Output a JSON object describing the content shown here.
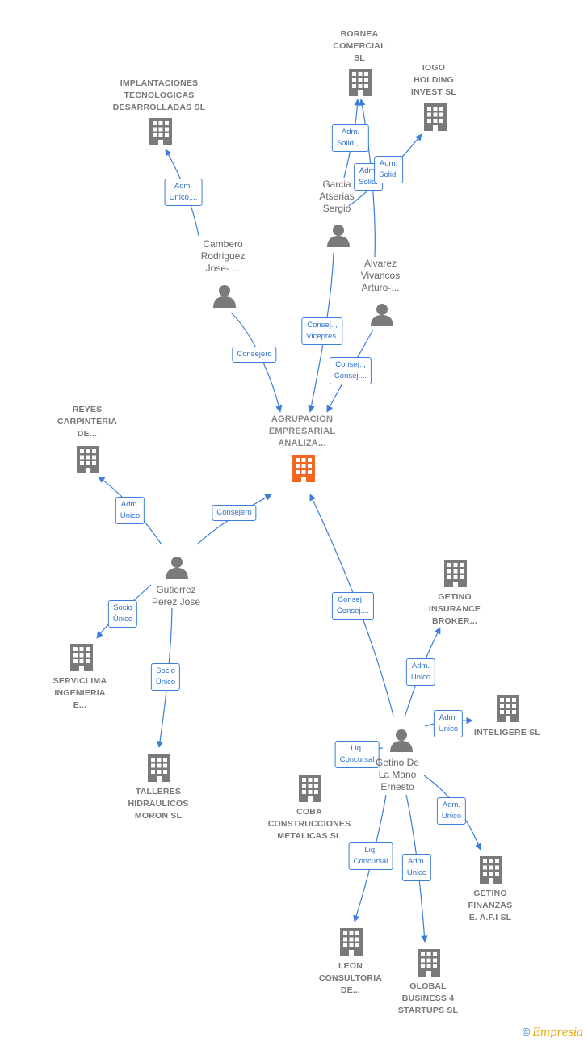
{
  "colors": {
    "edge": "#3b7dd8",
    "node": "#7a7a7a",
    "focus": "#f26522"
  },
  "nodes": [
    {
      "id": "agrupacion",
      "type": "company",
      "focus": true,
      "label": [
        "AGRUPACION",
        "EMPRESARIAL",
        "ANALIZA..."
      ]
    },
    {
      "id": "bornea",
      "type": "company",
      "label": [
        "BORNEA",
        "COMERCIAL",
        "SL"
      ]
    },
    {
      "id": "iogo",
      "type": "company",
      "label": [
        "IOGO",
        "HOLDING",
        "INVEST  SL"
      ]
    },
    {
      "id": "implantaciones",
      "type": "company",
      "label": [
        "IMPLANTACIONES",
        "TECNOLOGICAS",
        "DESARROLLADAS SL"
      ]
    },
    {
      "id": "reyes",
      "type": "company",
      "label": [
        "REYES",
        "CARPINTERIA",
        "DE..."
      ]
    },
    {
      "id": "serviclima",
      "type": "company",
      "label": [
        "SERVICLIMA",
        "INGENIERIA",
        "E..."
      ]
    },
    {
      "id": "talleres",
      "type": "company",
      "label": [
        "TALLERES",
        "HIDRAULICOS",
        "MORON  SL"
      ]
    },
    {
      "id": "getino_ins",
      "type": "company",
      "label": [
        "GETINO",
        "INSURANCE",
        "BROKER..."
      ]
    },
    {
      "id": "inteligere",
      "type": "company",
      "label": [
        "INTELIGERE SL"
      ]
    },
    {
      "id": "coba",
      "type": "company",
      "label": [
        "COBA",
        "CONSTRUCCIONES",
        "METALICAS SL"
      ]
    },
    {
      "id": "getino_fin",
      "type": "company",
      "label": [
        "GETINO",
        "FINANZAS",
        "E. A.F.I SL"
      ]
    },
    {
      "id": "leon",
      "type": "company",
      "label": [
        "LEON",
        "CONSULTORIA",
        "DE..."
      ]
    },
    {
      "id": "global",
      "type": "company",
      "label": [
        "GLOBAL",
        "BUSINESS 4",
        "STARTUPS  SL"
      ]
    },
    {
      "id": "garcia",
      "type": "person",
      "label": [
        "Garcia",
        "Atserias",
        "Sergio"
      ]
    },
    {
      "id": "alvarez",
      "type": "person",
      "label": [
        "Alvarez",
        "Vivancos",
        "Arturo-..."
      ]
    },
    {
      "id": "cambero",
      "type": "person",
      "label": [
        "Cambero",
        "Rodriguez",
        "Jose- ..."
      ]
    },
    {
      "id": "gutierrez",
      "type": "person",
      "label": [
        "Gutierrez",
        "Perez Jose"
      ]
    },
    {
      "id": "getino",
      "type": "person",
      "label": [
        "Getino De",
        "La Mano",
        "Ernesto"
      ]
    }
  ],
  "edges": [
    {
      "id": "e1",
      "from": "cambero",
      "to": "implantaciones",
      "label": [
        "Adm.",
        "Unico,..."
      ]
    },
    {
      "id": "e2",
      "from": "garcia",
      "to": "bornea",
      "label": [
        "Adm.",
        "Solid.,..."
      ]
    },
    {
      "id": "e3",
      "from": "alvarez",
      "to": "bornea",
      "label": [
        "Adm.",
        "Solid."
      ]
    },
    {
      "id": "e4",
      "from": "garcia",
      "to": "iogo",
      "label": [
        "Adm.",
        "Solid."
      ]
    },
    {
      "id": "e5",
      "from": "cambero",
      "to": "agrupacion",
      "label": [
        "Consejero"
      ]
    },
    {
      "id": "e6",
      "from": "garcia",
      "to": "agrupacion",
      "label": [
        "Consej. ,",
        "Vicepres."
      ]
    },
    {
      "id": "e7",
      "from": "alvarez",
      "to": "agrupacion",
      "label": [
        "Consej. ,",
        "Consej...."
      ]
    },
    {
      "id": "e8",
      "from": "gutierrez",
      "to": "reyes",
      "label": [
        "Adm.",
        "Unico"
      ]
    },
    {
      "id": "e9",
      "from": "gutierrez",
      "to": "agrupacion",
      "label": [
        "Consejero"
      ]
    },
    {
      "id": "e10",
      "from": "gutierrez",
      "to": "serviclima",
      "label": [
        "Socio",
        "Único"
      ]
    },
    {
      "id": "e11",
      "from": "gutierrez",
      "to": "talleres",
      "label": [
        "Socio",
        "Único"
      ]
    },
    {
      "id": "e12",
      "from": "getino",
      "to": "agrupacion",
      "label": [
        "Consej. ,",
        "Consej...."
      ]
    },
    {
      "id": "e13",
      "from": "getino",
      "to": "getino_ins",
      "label": [
        "Adm.",
        "Unico"
      ]
    },
    {
      "id": "e14",
      "from": "getino",
      "to": "inteligere",
      "label": [
        "Adm.",
        "Unico"
      ]
    },
    {
      "id": "e15",
      "from": "getino",
      "to": "coba",
      "label": [
        "Liq.",
        "Concursal"
      ]
    },
    {
      "id": "e16",
      "from": "getino",
      "to": "getino_fin",
      "label": [
        "Adm.",
        "Unico"
      ]
    },
    {
      "id": "e17",
      "from": "getino",
      "to": "leon",
      "label": [
        "Liq.",
        "Concursal"
      ]
    },
    {
      "id": "e18",
      "from": "getino",
      "to": "global",
      "label": [
        "Adm.",
        "Unico"
      ]
    }
  ],
  "footer": {
    "copyright": "©",
    "brand": "Empresia"
  }
}
